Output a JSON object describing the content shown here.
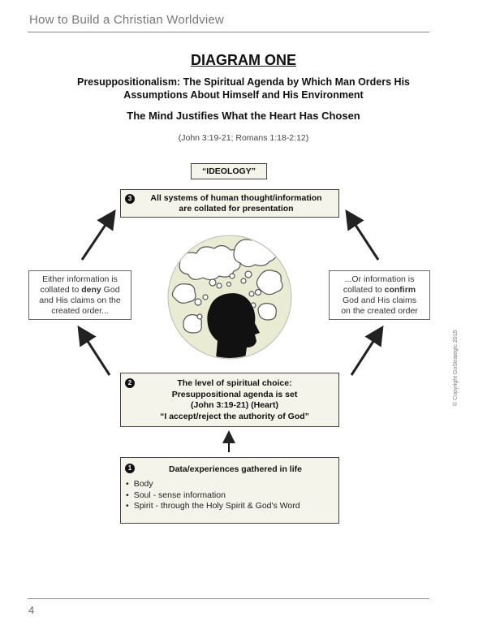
{
  "header": {
    "title": "How to Build a Christian Worldview"
  },
  "diagram": {
    "heading": "DIAGRAM ONE",
    "subtitle_line1": "Presuppositionalism: The Spiritual Agenda by Which Man Orders His",
    "subtitle_line2": "Assumptions About Himself and His Environment",
    "tagline": "The Mind Justifies What the Heart Has Chosen",
    "reference": "(John 3:19-21; Romans 1:18-2:12)",
    "ideology_label": "“IDEOLOGY”",
    "box3": {
      "number": "3",
      "line1": "All systems of human thought/information",
      "line2": "are collated for presentation"
    },
    "left_box": {
      "line1": "Either information is",
      "line2_pre": "collated to ",
      "line2_bold": "deny",
      "line2_post": " God",
      "line3": "and His claims on the",
      "line4": "created order..."
    },
    "right_box": {
      "line1": "...Or information is",
      "line2_pre": "collated to ",
      "line2_bold": "confirm",
      "line3": "God and His claims",
      "line4": "on the created order"
    },
    "box2": {
      "number": "2",
      "line1": "The level of spiritual choice:",
      "line2": "Presuppositional agenda is set",
      "line3": "(John 3:19-21) (Heart)",
      "line4": "“I accept/reject the authority of God”"
    },
    "box1": {
      "number": "1",
      "title": "Data/experiences gathered in life",
      "items": [
        "Body",
        "Soul - sense information",
        "Spirit - through the Holy Spirit & God's Word"
      ]
    }
  },
  "sidebar_copyright": "© Copyright GoStrategic 2015",
  "footer": {
    "page_number": "4"
  },
  "colors": {
    "box_fill": "#f4f4ea",
    "circle_fill": "#e9ecd2",
    "arrow": "#222222"
  }
}
